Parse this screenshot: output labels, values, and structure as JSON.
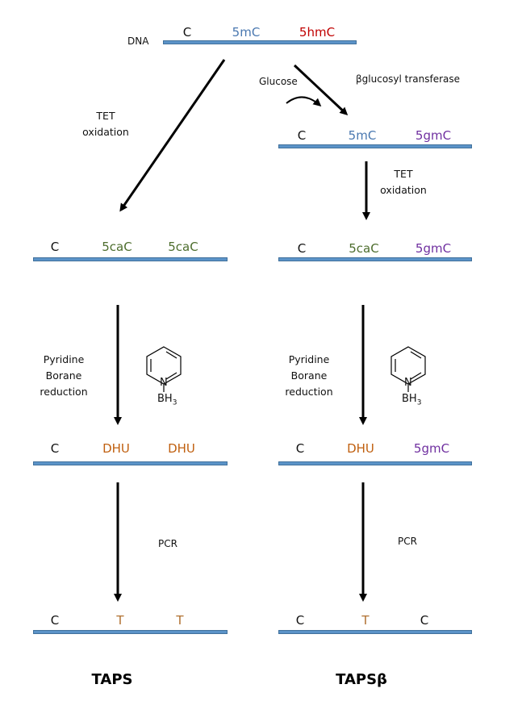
{
  "colors": {
    "strand": "#5b93c8",
    "C": "#111111",
    "5mC": "#4a78b0",
    "5hmC": "#c00000",
    "5gmC": "#7030a0",
    "5caC": "#4e6e2e",
    "DHU": "#c06010",
    "T": "#b07030"
  },
  "top": {
    "label": "DNA",
    "bases": [
      "C",
      "5mC",
      "5hmC"
    ]
  },
  "left": {
    "step1": {
      "line1": "TET",
      "line2": "oxidation"
    },
    "strand2": [
      "C",
      "5caC",
      "5caC"
    ],
    "step2": {
      "line1": "Pyridine",
      "line2": "Borane",
      "line3": "reduction"
    },
    "reagent": {
      "atom_n": "N",
      "group": "BH",
      "subscript": "3",
      "icon": "pyridine-borane-structure"
    },
    "strand3": [
      "C",
      "DHU",
      "DHU"
    ],
    "step3": "PCR",
    "strand4": [
      "C",
      "T",
      "T"
    ],
    "title": "TAPS"
  },
  "right": {
    "glucose": "Glucose",
    "enzyme": "βglucosyl transferase",
    "strand1": [
      "C",
      "5mC",
      "5gmC"
    ],
    "step1": {
      "line1": "TET",
      "line2": "oxidation"
    },
    "strand2": [
      "C",
      "5caC",
      "5gmC"
    ],
    "step2": {
      "line1": "Pyridine",
      "line2": "Borane",
      "line3": "reduction"
    },
    "reagent": {
      "atom_n": "N",
      "group": "BH",
      "subscript": "3",
      "icon": "pyridine-borane-structure"
    },
    "strand3": [
      "C",
      "DHU",
      "5gmC"
    ],
    "step3": "PCR",
    "strand4": [
      "C",
      "T",
      "C"
    ],
    "title": "TAPSβ"
  }
}
